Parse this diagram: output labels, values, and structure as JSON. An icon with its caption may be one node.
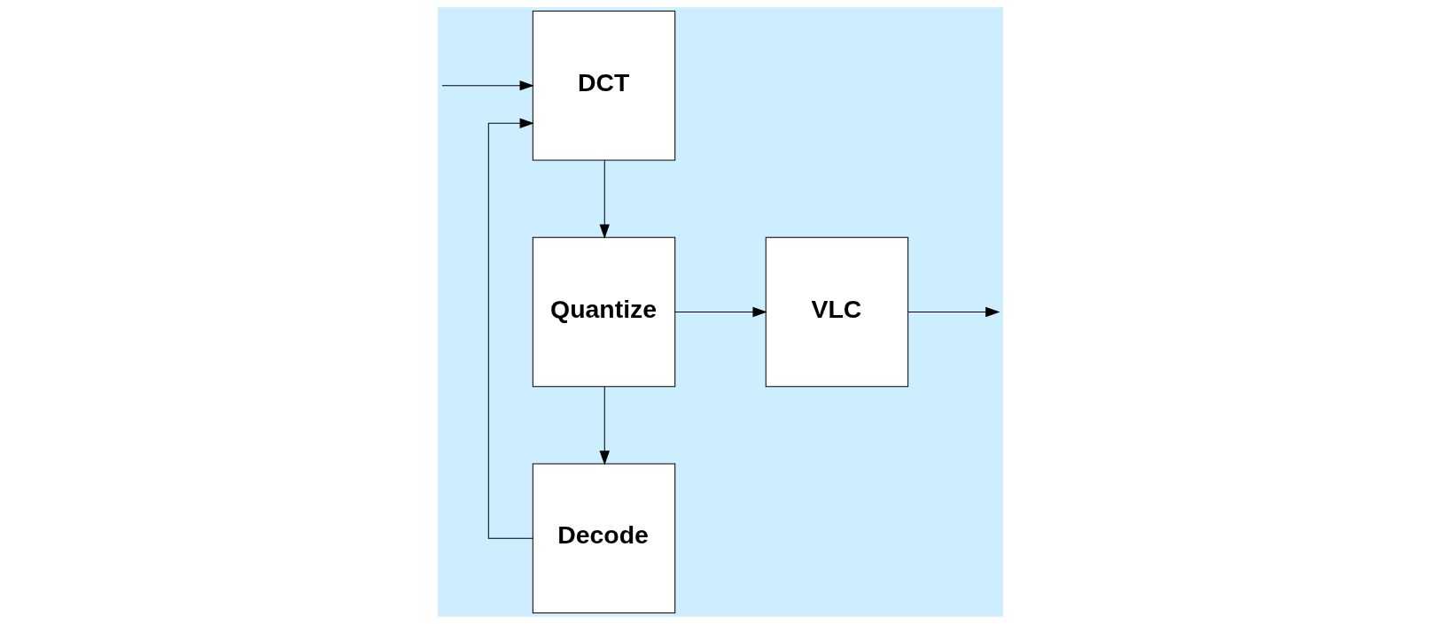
{
  "diagram": {
    "nodes": [
      {
        "text": [
          "DCT"
        ]
      },
      {
        "text": [
          "Quantize"
        ]
      },
      {
        "text": [
          "VLC"
        ]
      },
      {
        "text": [
          "Decode"
        ]
      }
    ],
    "edges": [
      {
        "from": null,
        "to": 0,
        "arrow": "to"
      },
      {
        "from": 0,
        "to": 1,
        "arrow": "to"
      },
      {
        "from": 1,
        "to": 2,
        "arrow": "to"
      },
      {
        "from": 2,
        "to": null,
        "arrow": "to"
      },
      {
        "from": 1,
        "to": 3,
        "arrow": "to"
      },
      {
        "from": 3,
        "to": 0,
        "arrow": "to"
      }
    ]
  }
}
